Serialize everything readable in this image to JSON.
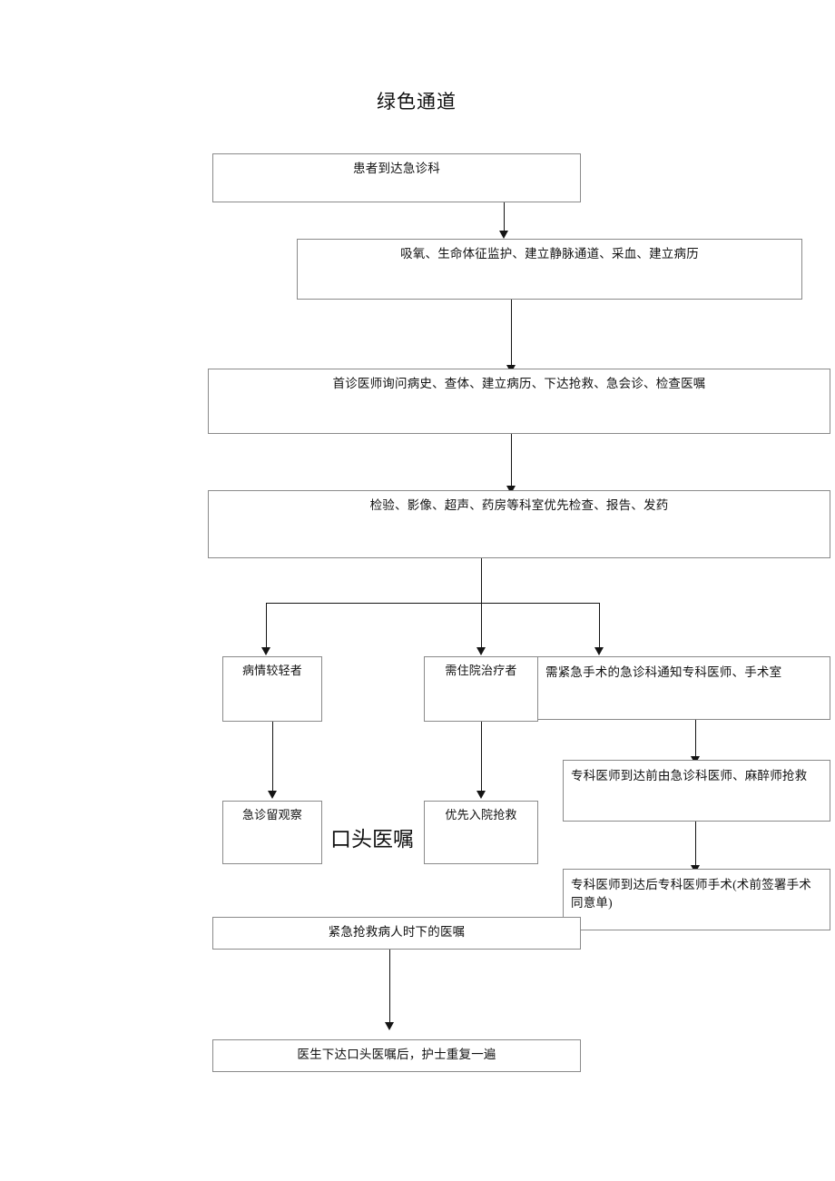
{
  "title": "绿色通道",
  "overlay_label": "口头医嘱",
  "nodes": {
    "arrive": "患者到达急诊科",
    "initial_care": "吸氧、生命体征监护、建立静脉通道、采血、建立病历",
    "first_doctor": "首诊医师询问病史、查体、建立病历、下达抢救、急会诊、检查医嘱",
    "departments": "检验、影像、超声、药房等科室优先检查、报告、发药",
    "branch_mild": "病情较轻者",
    "branch_admit": "需住院治疗者",
    "branch_surgery": "需紧急手术的急诊科通知专科医师、手术室",
    "observe": "急诊留观察",
    "priority_admit": "优先入院抢救",
    "pre_arrival_rescue": "专科医师到达前由急诊科医师、麻醉师抢救",
    "post_arrival_surgery": "专科医师到达后专科医师手术(术前签署手术同意单)",
    "emergency_order": "紧急抢救病人时下的医嘱",
    "nurse_repeat": "医生下达口头医嘱后，护士重复一遍"
  },
  "colors": {
    "box_border": "#8a8a8a",
    "connector": "#141414",
    "background": "#ffffff",
    "text": "#111111"
  }
}
